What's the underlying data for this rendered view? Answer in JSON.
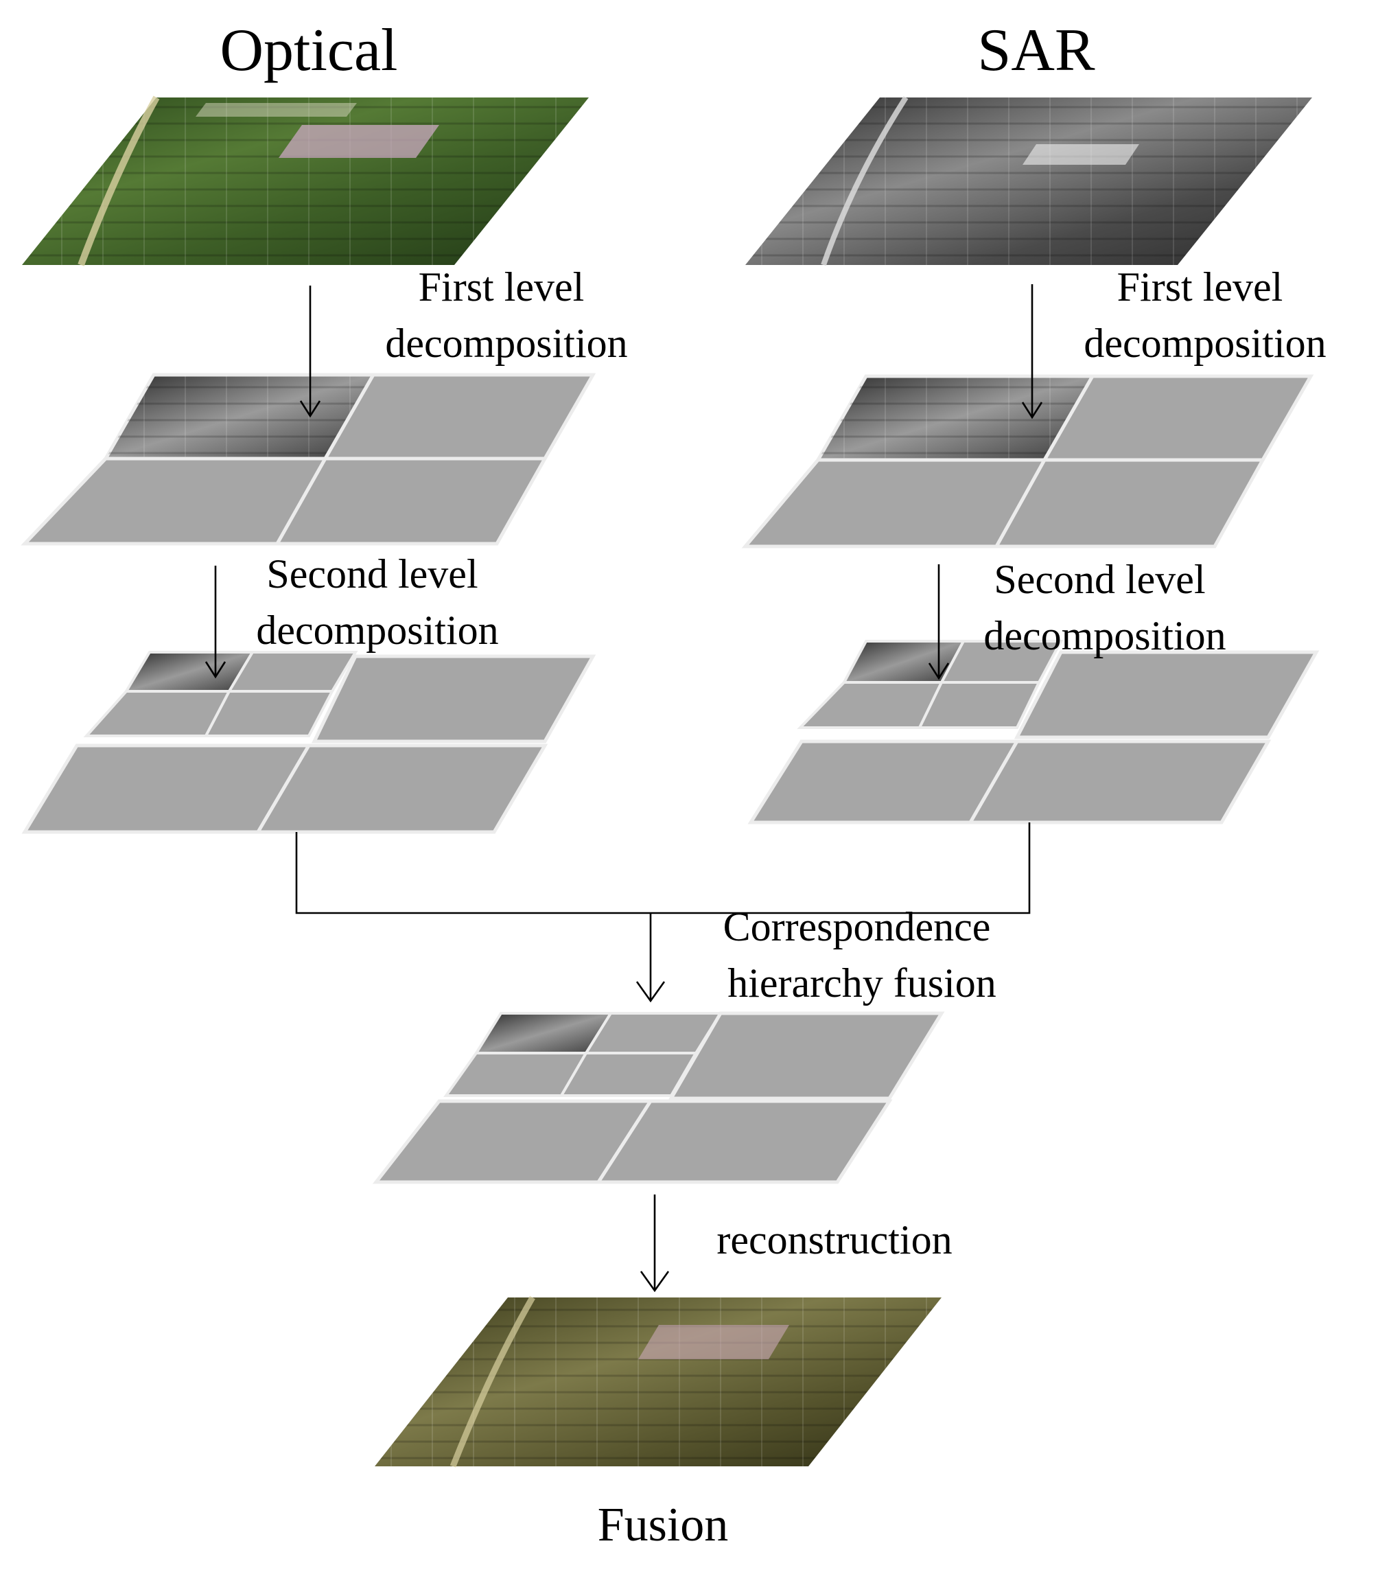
{
  "titles": {
    "optical": "Optical",
    "sar": "SAR",
    "fusion": "Fusion"
  },
  "optical_branch": {
    "first_level": [
      "First level",
      "decomposition"
    ],
    "second_level": [
      "Second level",
      "decomposition"
    ]
  },
  "sar_branch": {
    "first_level": [
      "First level",
      "decomposition"
    ],
    "second_level": [
      "Second level",
      "decomposition"
    ]
  },
  "merge": {
    "label": [
      "Correspondence",
      "hierarchy fusion"
    ]
  },
  "reconstruction": {
    "label": "reconstruction"
  },
  "colors": {
    "subband_gray": "#a6a6a6",
    "subband_border": "#ececec",
    "arrow": "#000000",
    "optical_tint": "#3b5a2a",
    "sar_tint": "#6a6a6a",
    "fusion_tint": "#5a5a2e"
  }
}
